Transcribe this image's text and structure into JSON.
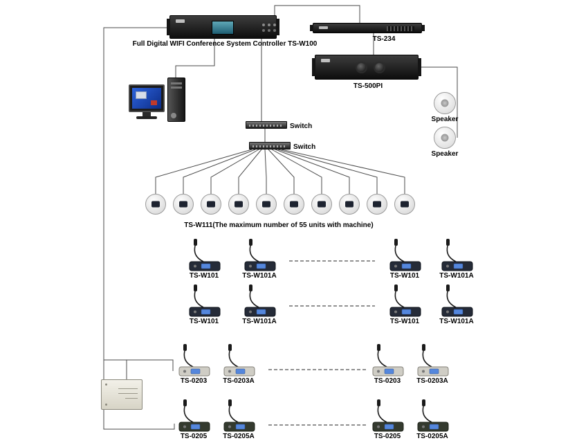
{
  "diagram": {
    "controller": {
      "caption": "Full Digital WIFI Conference System Controller TS-W100"
    },
    "ts234": {
      "label": "TS-234"
    },
    "ts500pi": {
      "label": "TS-500PI"
    },
    "speakers": [
      {
        "label": "Speaker"
      },
      {
        "label": "Speaker"
      }
    ],
    "switches": [
      {
        "label": "Switch"
      },
      {
        "label": "Switch"
      }
    ],
    "wifi_units": {
      "count": 10,
      "caption": "TS-W111(The maximum number of 55 units with machine)"
    },
    "mic_rows": [
      {
        "model_family": "TS-W101",
        "labels": [
          "TS-W101",
          "TS-W101A",
          "TS-W101",
          "TS-W101A"
        ]
      },
      {
        "model_family": "TS-W101",
        "labels": [
          "TS-W101",
          "TS-W101A",
          "TS-W101",
          "TS-W101A"
        ]
      },
      {
        "model_family": "TS-0203",
        "labels": [
          "TS-0203",
          "TS-0203A",
          "TS-0203",
          "TS-0203A"
        ]
      },
      {
        "model_family": "TS-0205",
        "labels": [
          "TS-0205",
          "TS-0205A",
          "TS-0205",
          "TS-0205A"
        ]
      }
    ]
  }
}
